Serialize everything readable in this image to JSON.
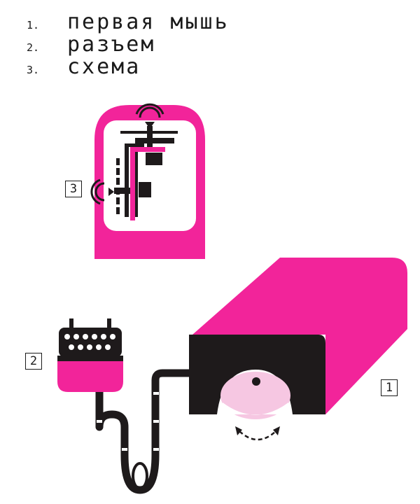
{
  "legend": {
    "items": [
      {
        "number": "1.",
        "text": "первая мышь"
      },
      {
        "number": "2.",
        "text": "разъем"
      },
      {
        "number": "3.",
        "text": "схема"
      }
    ]
  },
  "callouts": {
    "mouse": "1",
    "connector": "2",
    "circuit": "3"
  },
  "colors": {
    "magenta": "#f2249a",
    "black": "#1e1a1b",
    "pale_pink": "#f6c7e2"
  }
}
